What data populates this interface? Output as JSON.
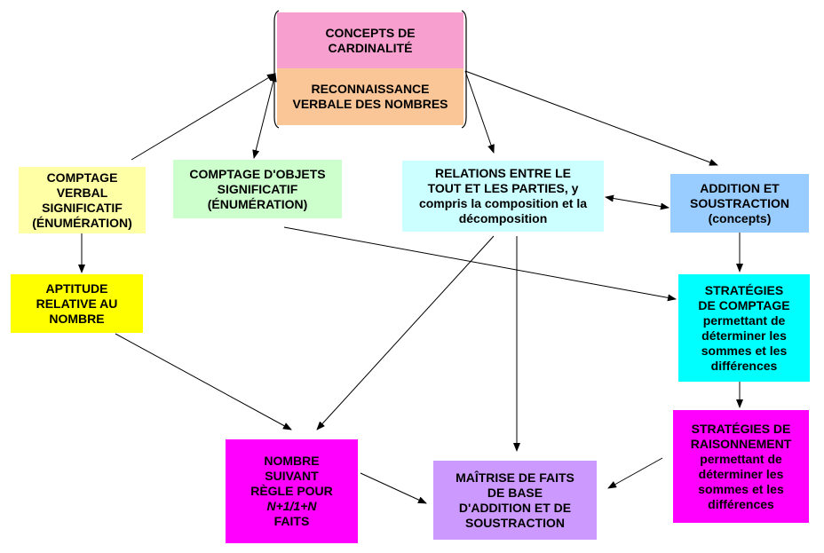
{
  "colors": {
    "pink": "#f79fcf",
    "peach": "#fbc697",
    "light_yellow": "#ffffa5",
    "light_green": "#ccffcc",
    "light_cyan": "#ccffff",
    "light_blue": "#99ccff",
    "yellow": "#ffff00",
    "cyan": "#00ffff",
    "magenta": "#ff00ff",
    "lavender": "#cc99ff",
    "line": "#000000"
  },
  "nodes": {
    "cardinalite": {
      "lines": [
        "CONCEPTS DE",
        "CARDINALITÉ"
      ]
    },
    "reconnaissance": {
      "lines": [
        "RECONNAISSANCE",
        "VERBALE DES NOMBRES"
      ]
    },
    "comptage_verbal": {
      "lines": [
        "COMPTAGE",
        "VERBAL",
        "SIGNIFICATIF",
        "(ÉNUMÉRATION)"
      ]
    },
    "comptage_objets": {
      "lines": [
        "COMPTAGE D'OBJETS",
        "SIGNIFICATIF",
        "(ÉNUMÉRATION)"
      ]
    },
    "relations": {
      "lines": [
        "RELATIONS ENTRE LE",
        "TOUT ET LES PARTIES, y",
        "compris la composition et la",
        "décomposition"
      ]
    },
    "addition_soustraction": {
      "lines": [
        "ADDITION ET",
        "SOUSTRACTION",
        "(concepts)"
      ]
    },
    "aptitude": {
      "lines": [
        "APTITUDE",
        "RELATIVE AU",
        "NOMBRE"
      ]
    },
    "strategies_comptage": {
      "lines": [
        "STRATÉGIES",
        "DE COMPTAGE",
        "permettant de",
        "déterminer les",
        "sommes et les",
        "différences"
      ]
    },
    "strategies_raisonnement": {
      "lines": [
        "STRATÉGIES DE",
        "RAISONNEMENT",
        "permettant de",
        "déterminer les",
        "sommes et les",
        "différences"
      ]
    },
    "nombre_suivant": {
      "lines": [
        "NOMBRE",
        "SUIVANT",
        "RÈGLE POUR",
        "N+1/1+N",
        "FAITS"
      ]
    },
    "maitrise": {
      "lines": [
        "MAÎTRISE DE FAITS",
        "DE BASE",
        "D'ADDITION ET DE",
        "SOUSTRACTION"
      ]
    }
  }
}
